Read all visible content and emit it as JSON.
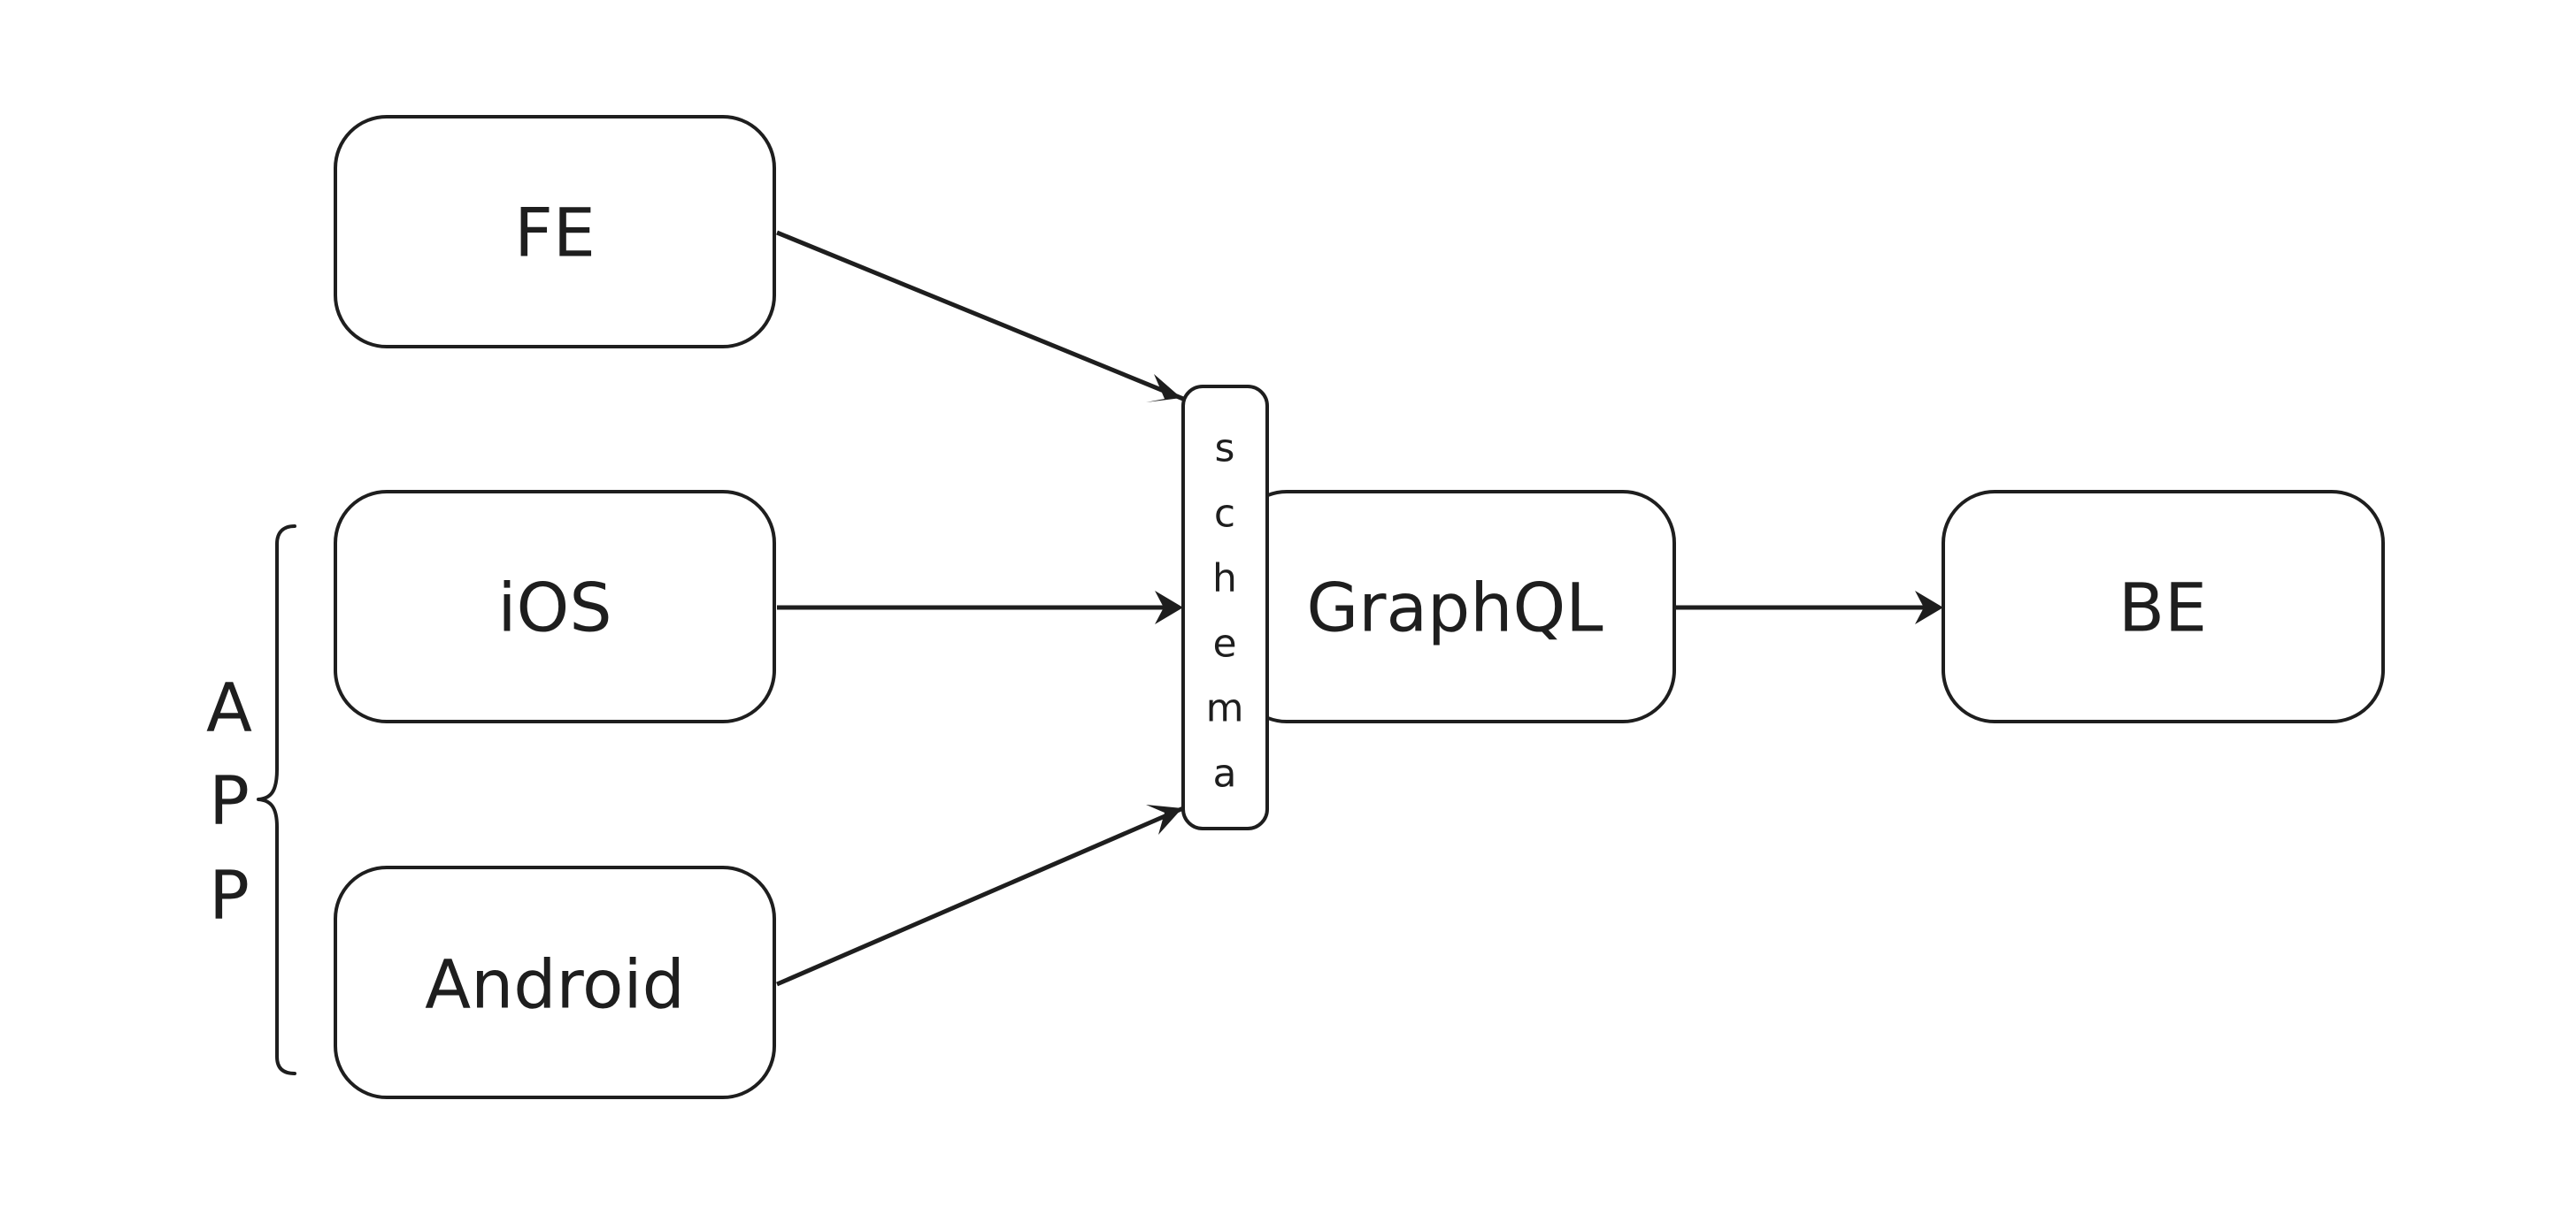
{
  "diagram": {
    "nodes": {
      "fe": {
        "label": "FE"
      },
      "ios": {
        "label": "iOS"
      },
      "android": {
        "label": "Android"
      },
      "graphql": {
        "label": "GraphQL"
      },
      "be": {
        "label": "BE"
      }
    },
    "schema": {
      "letters": [
        "s",
        "c",
        "h",
        "e",
        "m",
        "a"
      ]
    },
    "group": {
      "letters": [
        "A",
        "P",
        "P"
      ]
    },
    "edges": [
      {
        "from": "FE",
        "to": "schema"
      },
      {
        "from": "iOS",
        "to": "schema"
      },
      {
        "from": "Android",
        "to": "schema"
      },
      {
        "from": "GraphQL",
        "to": "BE"
      }
    ]
  }
}
